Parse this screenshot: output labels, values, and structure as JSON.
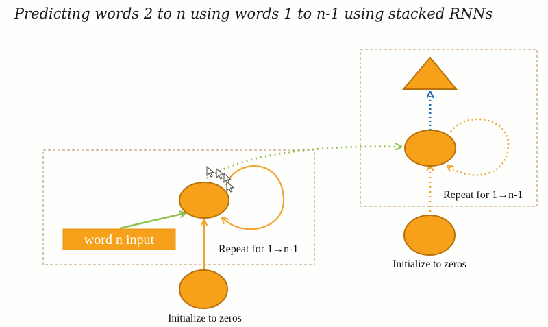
{
  "title": "Predicting words 2 to n using words 1 to n-1 using stacked RNNs",
  "labels": {
    "word_input": "word n input",
    "repeat_left": "Repeat for 1→n-1",
    "repeat_right": "Repeat for 1→n-1",
    "init_left": "Initialize to zeros",
    "init_right": "Initialize to zeros"
  },
  "colors": {
    "node_fill": "#f7a01a",
    "node_stroke": "#b8720a",
    "green_arrow": "#8cc14a",
    "orange_arrow": "#f0a430",
    "blue_arrow": "#1f6bb8",
    "dashed_box": "#b88a5a"
  },
  "icons": [
    "mouse-cursor-icon",
    "mouse-cursor-icon",
    "mouse-cursor-icon",
    "mouse-cursor-icon"
  ]
}
